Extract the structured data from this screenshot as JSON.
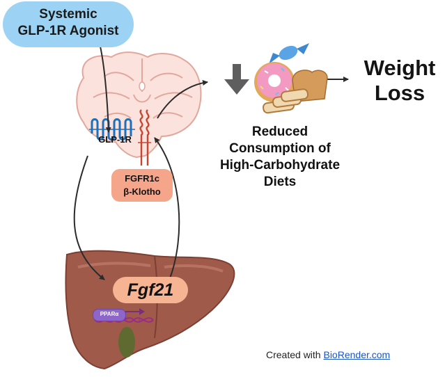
{
  "agonist": {
    "line1": "Systemic",
    "line2": "GLP-1R Agonist"
  },
  "receptor_glp1r": "GLP-1R",
  "receptor_fgfr": {
    "line1": "FGFR1c",
    "line2": "β-Klotho"
  },
  "outcome_reduced": {
    "line1": "Reduced",
    "line2": "Consumption of",
    "line3": "High-Carbohydrate",
    "line4": "Diets"
  },
  "outcome_weight": {
    "line1": "Weight",
    "line2": "Loss"
  },
  "gene_fgf21": "Fgf21",
  "transcription_factor": "PPARα",
  "credit": {
    "prefix": "Created with ",
    "link": "BioRender.com"
  },
  "colors": {
    "agonist_pill": "#9cd3f4",
    "brain_fill": "#fbe2dc",
    "brain_stroke": "#e2a79c",
    "glp1r_receptor": "#1d6fb8",
    "fgfr_receptor": "#c9452f",
    "fgfr_pill": "#f4a58a",
    "liver_fill": "#a05a4a",
    "liver_dark": "#7c3f33",
    "gallbladder": "#5e6a2f",
    "fgf21_pill": "#f7b493",
    "ppar_pill": "#8e66c9",
    "dna": "#9a2d85",
    "down_arrow": "#5e5e5e",
    "link": "#1a55c5"
  },
  "icons": [
    "brain-icon",
    "liver-icon",
    "dna-icon",
    "donut-icon",
    "bread-icon",
    "candy-icon",
    "down-arrow-icon"
  ]
}
